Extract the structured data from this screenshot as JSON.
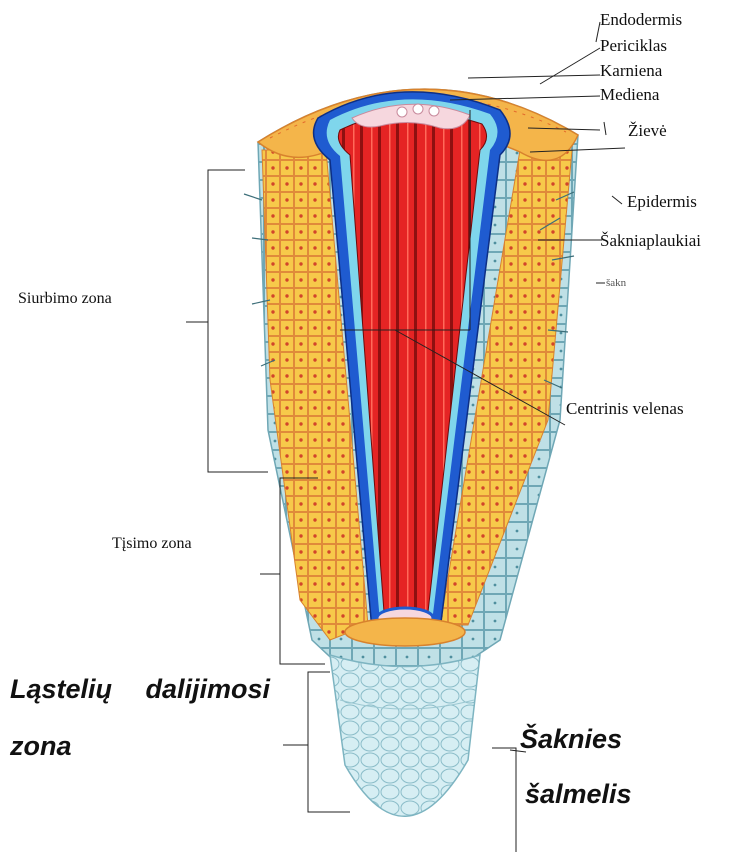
{
  "labels": {
    "endodermis": "Endodermis",
    "periciklas": "Periciklas",
    "karniena": "Karniena",
    "mediena": "Mediena",
    "zieve": "Žievė",
    "epidermis": "Epidermis",
    "sakniaplaukiai": "Šakniaplaukiai",
    "sakn_fragment": "šakn",
    "centrinis_velenas": "Centrinis velenas",
    "siurbimo_zona": "Siurbimo zona",
    "tisimo_zona": "Tįsimo zona",
    "dalijimosi_line1": "Ląstelių dalijimosi",
    "dalijimosi_line2": "zona",
    "saknies": "Šaknies",
    "salmelis": "šalmelis"
  },
  "colors": {
    "epidermis": "#b9dce3",
    "epidermis_dark": "#6fa7b5",
    "cortex": "#f7c94a",
    "cortex_cells": "#e36a2c",
    "cortex_top": "#f4b54a",
    "endodermis": "#1f5bd0",
    "pericycle": "#7fd6ec",
    "xylem": "#e52424",
    "xylem_dark": "#8e1010",
    "phloem": "#f6d7de",
    "root_cap": "#d4ecf1",
    "line": "#222222"
  }
}
